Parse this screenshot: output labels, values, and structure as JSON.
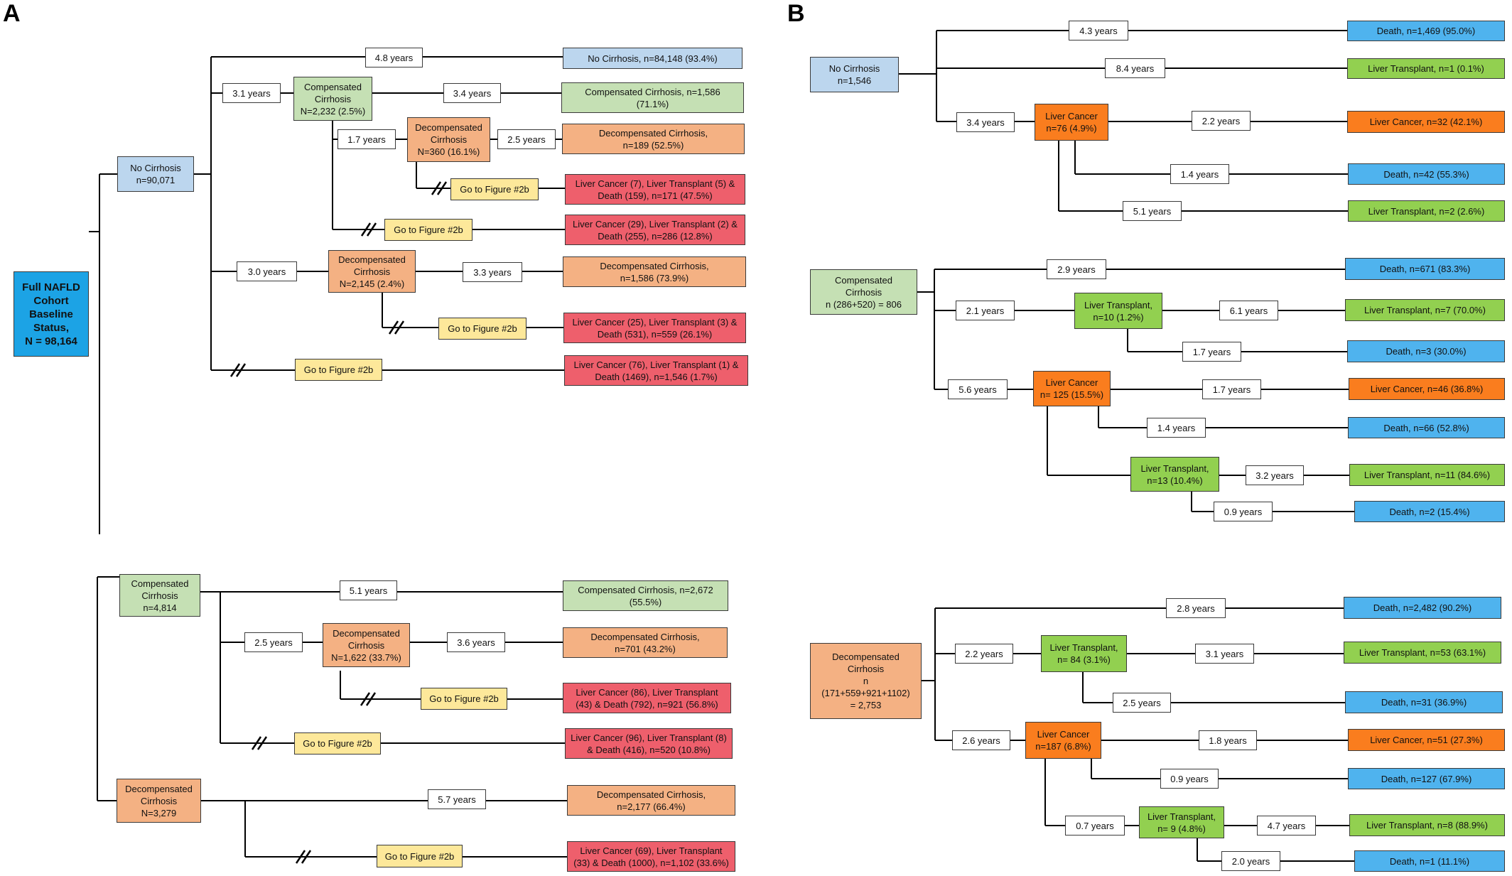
{
  "panelA": {
    "label": "A",
    "root": "Full NAFLD\nCohort\nBaseline\nStatus,\nN = 98,164",
    "noCirrhosis": {
      "title": "No Cirrhosis\nn=90,071",
      "t_no": "4.8 years",
      "out_no": "No Cirrhosis, n=84,148 (93.4%)",
      "t_comp": "3.1 years",
      "comp": "Compensated\nCirrhosis\nN=2,232 (2.5%)",
      "t_comp_out": "3.4 years",
      "out_comp": "Compensated Cirrhosis, n=1,586\n(71.1%)",
      "t_decomp": "1.7 years",
      "decomp": "Decompensated\nCirrhosis\nN=360 (16.1%)",
      "t_decomp_out": "2.5 years",
      "out_decomp": "Decompensated Cirrhosis,\nn=189 (52.5%)",
      "go1": "Go to Figure #2b",
      "out_go1": "Liver Cancer (7), Liver Transplant (5) &\nDeath (159), n=171 (47.5%)",
      "go2": "Go to Figure #2b",
      "out_go2": "Liver Cancer (29), Liver Transplant (2) &\nDeath (255), n=286 (12.8%)",
      "t_decomp2": "3.0 years",
      "decomp2": "Decompensated\nCirrhosis\nN=2,145 (2.4%)",
      "t_decomp2_out": "3.3 years",
      "out_decomp2": "Decompensated Cirrhosis,\nn=1,586 (73.9%)",
      "go3": "Go to Figure #2b",
      "out_go3": "Liver Cancer (25), Liver Transplant (3) &\nDeath (531), n=559 (26.1%)",
      "go4": "Go to Figure #2b",
      "out_go4": "Liver Cancer (76), Liver Transplant (1) &\nDeath (1469), n=1,546 (1.7%)"
    },
    "compCirrhosis": {
      "title": "Compensated\nCirrhosis\nn=4,814",
      "t_stay": "5.1 years",
      "out_stay": "Compensated Cirrhosis, n=2,672\n(55.5%)",
      "t_decomp": "2.5 years",
      "decomp": "Decompensated\nCirrhosis\nN=1,622 (33.7%)",
      "t_decomp_out": "3.6 years",
      "out_decomp": "Decompensated Cirrhosis,\nn=701 (43.2%)",
      "go1": "Go to Figure #2b",
      "out_go1": "Liver Cancer (86), Liver Transplant\n(43) & Death (792), n=921 (56.8%)",
      "go2": "Go to Figure #2b",
      "out_go2": "Liver Cancer (96), Liver Transplant (8)\n& Death (416), n=520 (10.8%)"
    },
    "decompCirrhosis": {
      "title": "Decompensated\nCirrhosis\nN=3,279",
      "t_stay": "5.7 years",
      "out_stay": "Decompensated Cirrhosis,\nn=2,177 (66.4%)",
      "go1": "Go to Figure #2b",
      "out_go1": "Liver Cancer (69), Liver Transplant\n(33) & Death (1000), n=1,102 (33.6%)"
    }
  },
  "panelB": {
    "label": "B",
    "s1": {
      "title": "No Cirrhosis\nn=1,546",
      "t_death": "4.3 years",
      "out_death": "Death, n=1,469 (95.0%)",
      "t_lt": "8.4 years",
      "out_lt": "Liver Transplant, n=1 (0.1%)",
      "t_lc": "3.4 years",
      "lc": "Liver Cancer\nn=76 (4.9%)",
      "t_lc_lc": "2.2 years",
      "out_lc_lc": "Liver Cancer, n=32 (42.1%)",
      "t_lc_d": "1.4 years",
      "out_lc_d": "Death, n=42 (55.3%)",
      "t_lc_lt": "5.1 years",
      "out_lc_lt": "Liver Transplant, n=2 (2.6%)"
    },
    "s2": {
      "title": "Compensated\nCirrhosis\nn (286+520) = 806",
      "t_death": "2.9 years",
      "out_death": "Death, n=671 (83.3%)",
      "t_lt": "2.1 years",
      "lt": "Liver Transplant,\nn=10 (1.2%)",
      "t_lt_lt": "6.1 years",
      "out_lt_lt": "Liver Transplant, n=7 (70.0%)",
      "t_lt_d": "1.7 years",
      "out_lt_d": "Death, n=3 (30.0%)",
      "t_lc": "5.6 years",
      "lc": "Liver Cancer\nn= 125 (15.5%)",
      "t_lc_lc": "1.7 years",
      "out_lc_lc": "Liver Cancer, n=46 (36.8%)",
      "t_lc_d": "1.4 years",
      "out_lc_d": "Death, n=66 (52.8%)",
      "lc_lt": "Liver Transplant,\nn=13 (10.4%)",
      "t_lclt_lt": "3.2 years",
      "out_lclt_lt": "Liver Transplant, n=11 (84.6%)",
      "t_lclt_d": "0.9 years",
      "out_lclt_d": "Death, n=2 (15.4%)"
    },
    "s3": {
      "title": "Decompensated\nCirrhosis\nn\n(171+559+921+1102)\n= 2,753",
      "t_death": "2.8 years",
      "out_death": "Death, n=2,482 (90.2%)",
      "t_lt": "2.2 years",
      "lt": "Liver Transplant,\nn= 84 (3.1%)",
      "t_lt_lt": "3.1 years",
      "out_lt_lt": "Liver Transplant, n=53 (63.1%)",
      "t_lt_d": "2.5 years",
      "out_lt_d": "Death, n=31 (36.9%)",
      "t_lc": "2.6 years",
      "lc": "Liver Cancer\nn=187 (6.8%)",
      "t_lc_lc": "1.8 years",
      "out_lc_lc": "Liver Cancer, n=51 (27.3%)",
      "t_lc_d": "0.9 years",
      "out_lc_d": "Death, n=127 (67.9%)",
      "t_lc_lt": "0.7 years",
      "lc_lt": "Liver Transplant,\nn= 9 (4.8%)",
      "t_lclt_lt": "4.7 years",
      "out_lclt_lt": "Liver Transplant, n=8 (88.9%)",
      "t_lclt_d": "2.0 years",
      "out_lclt_d": "Death, n=1 (11.1%)"
    }
  }
}
